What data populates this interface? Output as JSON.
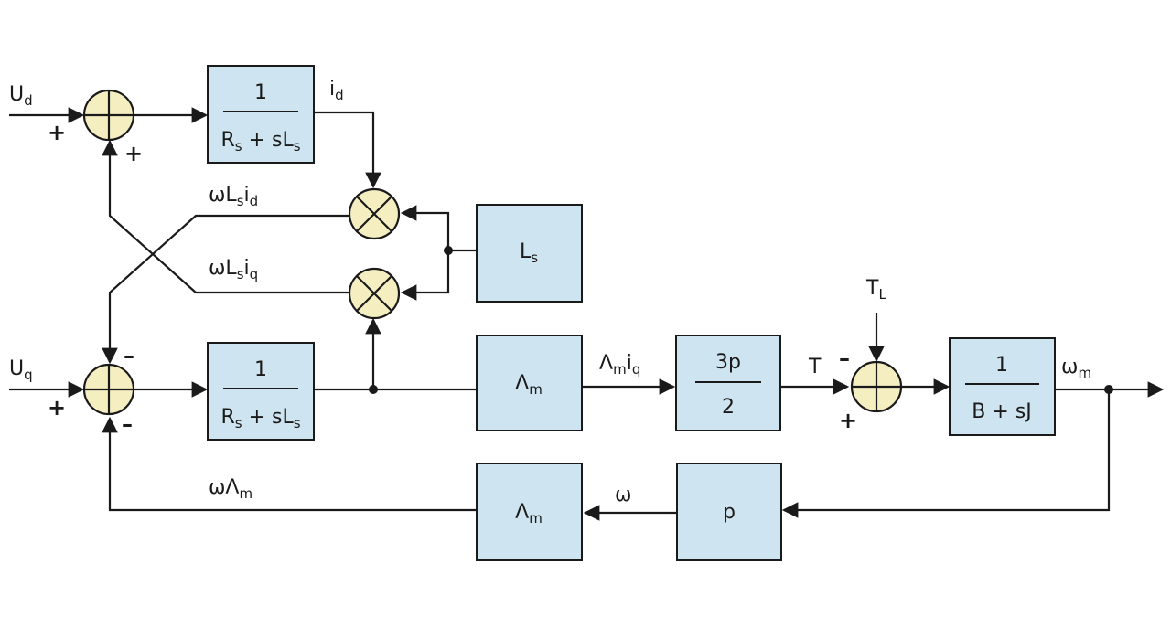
{
  "colors": {
    "block_fill": "#cfe4f1",
    "junction_fill": "#f4eec0",
    "line": "#1a1a1a"
  },
  "inputs": {
    "ud": {
      "main": "U",
      "sub": "d"
    },
    "uq": {
      "main": "U",
      "sub": "q"
    },
    "tl": {
      "main": "T",
      "sub": "L"
    }
  },
  "signals": {
    "id": {
      "main": "i",
      "sub": "d"
    },
    "wlsid": {
      "a": "ωL",
      "b": "s",
      "c": "i",
      "d": "d"
    },
    "wlsiq": {
      "a": "ωL",
      "b": "s",
      "c": "i",
      "d": "q"
    },
    "lmiq": {
      "a": "Λ",
      "b": "m",
      "c": "i",
      "d": "q"
    },
    "torque": "T",
    "wm": {
      "main": "ω",
      "sub": "m"
    },
    "w": "ω",
    "wlm": {
      "main": "ωΛ",
      "sub": "m"
    }
  },
  "blocks": {
    "d_axis": {
      "num": "1",
      "den_a": "R",
      "den_a_sub": "s",
      "den_b": " + sL",
      "den_b_sub": "s"
    },
    "q_axis": {
      "num": "1",
      "den_a": "R",
      "den_a_sub": "s",
      "den_b": " + sL",
      "den_b_sub": "s"
    },
    "ls": {
      "main": "L",
      "sub": "s"
    },
    "lambda_m_top": {
      "main": "Λ",
      "sub": "m"
    },
    "three_p": {
      "num": "3p",
      "den": "2"
    },
    "mech": {
      "num": "1",
      "den": "B + sJ"
    },
    "p": "p",
    "lambda_m_bottom": {
      "main": "Λ",
      "sub": "m"
    }
  },
  "signs": {
    "sum_d_left": "+",
    "sum_d_bottom": "+",
    "sum_q_left": "+",
    "sum_q_top": "–",
    "sum_q_bottom": "–",
    "sum_t_left": "–",
    "sum_t_bottom": "+"
  },
  "icons": {
    "summing_junction": "circle-plus-icon",
    "multiplier": "circle-times-icon",
    "arrow": "arrowhead-icon"
  }
}
